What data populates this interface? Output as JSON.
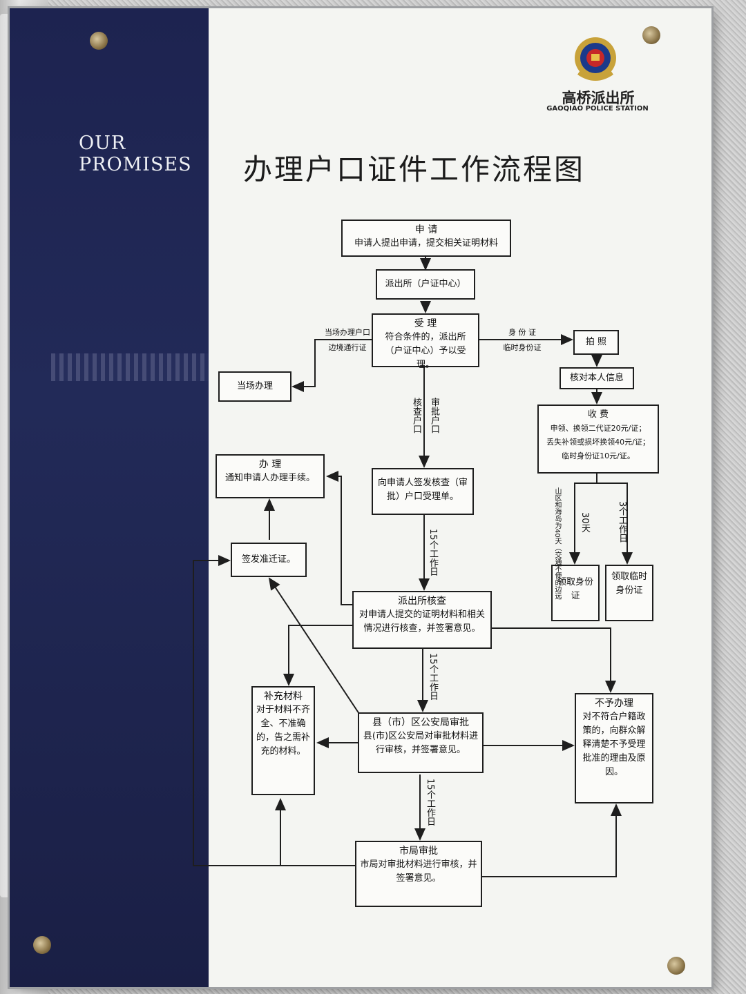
{
  "side_text": {
    "line1": "OUR",
    "line2": "PROMISES"
  },
  "station": {
    "name_cn": "高桥派出所",
    "name_en": "GAOQIAO POLICE STATION"
  },
  "title": "办理户口证件工作流程图",
  "nodes": {
    "apply": {
      "head": "申 请",
      "body": "申请人提出申请，提交相关证明材料"
    },
    "station": {
      "body": "派出所（户证中心）"
    },
    "accept": {
      "head": "受 理",
      "body": "符合条件的，派出所（户证中心）予以受理。"
    },
    "onsite": {
      "body": "当场办理"
    },
    "photo": {
      "body": "拍 照"
    },
    "verify_info": {
      "body": "核对本人信息"
    },
    "fee": {
      "head": "收 费",
      "line1": "申领、换领二代证20元/证；",
      "line2": "丢失补领或损坏换领40元/证；",
      "line3": "临时身份证10元/证。"
    },
    "issue_form": {
      "body": "向申请人签发核查（审批）户口受理单。"
    },
    "handle": {
      "head": "办 理",
      "body": "通知申请人办理手续。"
    },
    "migration": {
      "body": "签发准迁证。"
    },
    "get_id": {
      "body": "领取身份证"
    },
    "get_temp_id": {
      "body": "领取临时身份证"
    },
    "station_check": {
      "head": "派出所核查",
      "body": "对申请人提交的证明材料和相关情况进行核查，并签署意见。"
    },
    "supplement": {
      "head": "补充材料",
      "body": "对于材料不齐全、不准确的，告之需补充的材料。"
    },
    "county": {
      "head": "县（市）区公安局审批",
      "body": "县(市)区公安局对审批材料进行审核，并签署意见。"
    },
    "reject": {
      "head": "不予办理",
      "body": "对不符合户籍政策的，向群众解释清楚不予受理批准的理由及原因。"
    },
    "city": {
      "head": "市局审批",
      "body": "市局对审批材料进行审核，并签署意见。"
    }
  },
  "edge_labels": {
    "onsite_line1": "当场办理户口",
    "onsite_line2": "边境通行证",
    "id_line1": "身 份 证",
    "id_line2": "临时身份证",
    "check_hukou": "核查户口",
    "approve_hukou": "审批户口",
    "days15_a": "15个工作日",
    "days15_b": "15个工作日",
    "days15_c": "15个工作日",
    "days30": "30天",
    "remote": "山区和海岛为40天（交通不便的边远",
    "workdays3": "3个工作日"
  }
}
